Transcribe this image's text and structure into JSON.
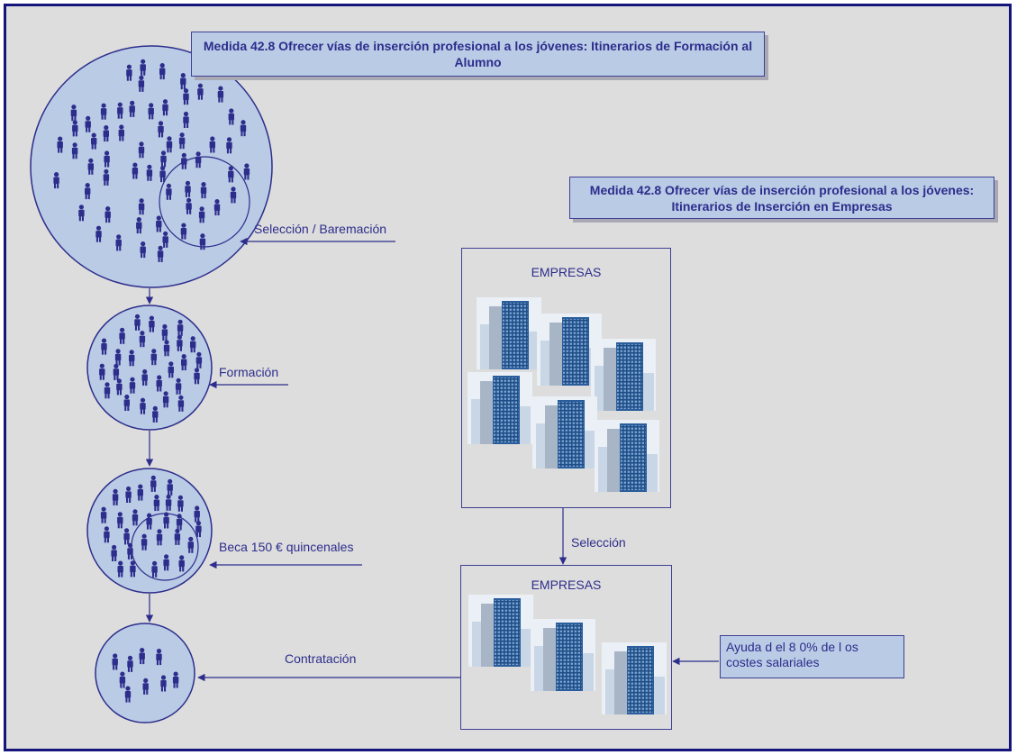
{
  "titles": {
    "formacion": "Medida 42.8 Ofrecer vías de inserción profesional a los jóvenes: Itinerarios de Formación al Alumno",
    "empresas": "Medida 42.8 Ofrecer vías de inserción profesional a los jóvenes: Itinerarios de Inserción en Empresas"
  },
  "stages": {
    "seleccion_baremacion": "Selección / Baremación",
    "formacion": "Formación",
    "beca": "Beca 150 € quincenales",
    "contratacion": "Contratación",
    "seleccion": "Selección"
  },
  "empresas_box": {
    "top_label": "EMPRESAS",
    "bottom_label": "EMPRESAS"
  },
  "ayuda": "Ayuda d el 8 0% de  l os costes salariales",
  "colors": {
    "background": "#dddddd",
    "circle_fill": "#b9cbe5",
    "person": "#2d2d8c",
    "arrow": "#2d2d8c",
    "border": "#14147a"
  }
}
